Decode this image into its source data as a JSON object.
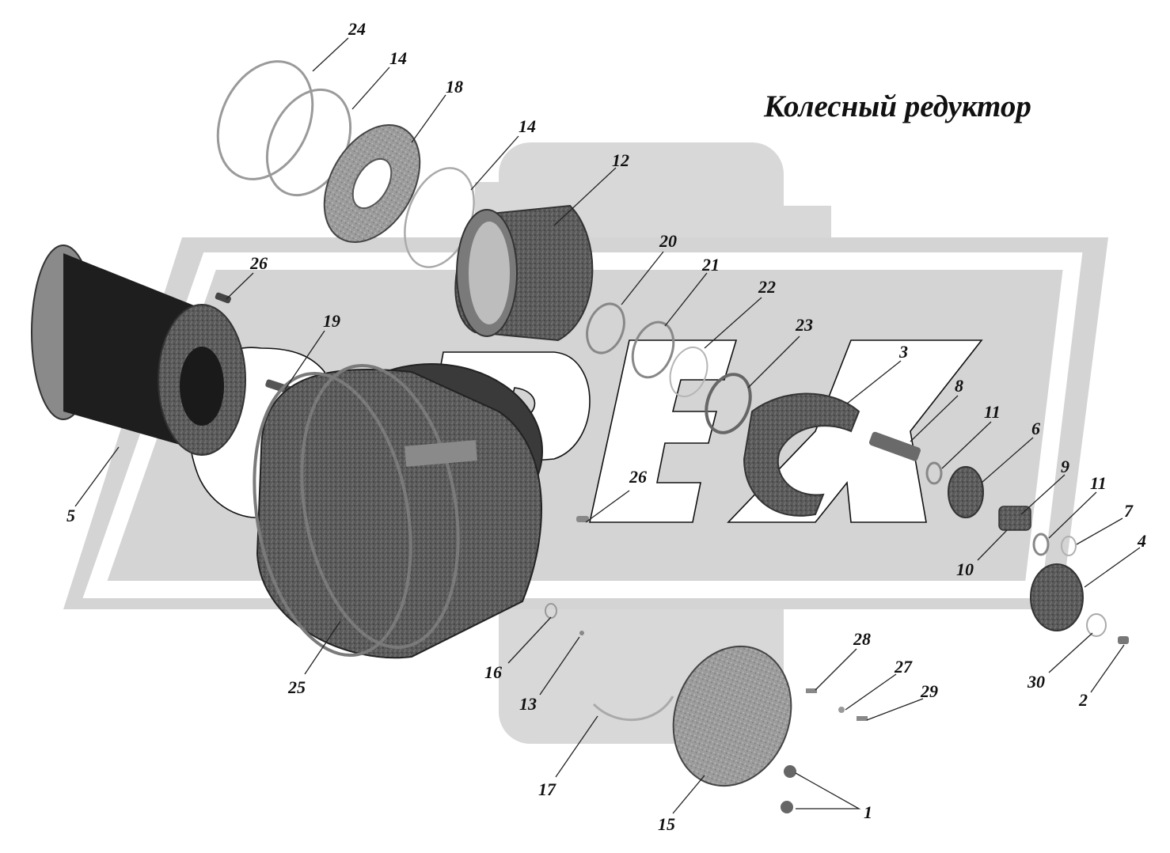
{
  "title": "Колесный редуктор",
  "watermark_text": "OPEX",
  "colors": {
    "watermark": "#d4d4d4",
    "parts_dark": "#3a3a3a",
    "parts_mid": "#6e6e6e",
    "text": "#111111"
  },
  "callouts": [
    "24",
    "14",
    "18",
    "14",
    "12",
    "26",
    "19",
    "20",
    "21",
    "22",
    "23",
    "3",
    "8",
    "11",
    "6",
    "9",
    "11",
    "7",
    "4",
    "10",
    "5",
    "25",
    "26",
    "16",
    "13",
    "28",
    "27",
    "29",
    "30",
    "2",
    "17",
    "15",
    "1"
  ]
}
